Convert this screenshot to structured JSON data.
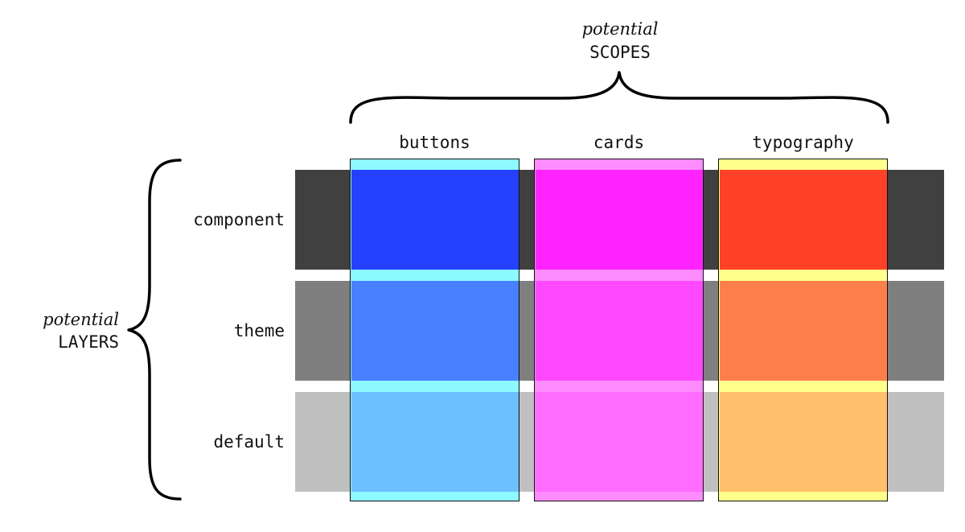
{
  "scopes_annotation": {
    "prefix": "potential",
    "label": "SCOPES"
  },
  "layers_annotation": {
    "prefix": "potential",
    "label": "LAYERS"
  },
  "scopes": [
    {
      "id": "buttons",
      "label": "buttons",
      "color": "#8cfaff"
    },
    {
      "id": "cards",
      "label": "cards",
      "color": "#ff8cff"
    },
    {
      "id": "typography",
      "label": "typography",
      "color": "#ffff8c"
    }
  ],
  "layers": [
    {
      "id": "component",
      "label": "component",
      "color": "#404040"
    },
    {
      "id": "theme",
      "label": "theme",
      "color": "#7f7f7f"
    },
    {
      "id": "default",
      "label": "default",
      "color": "#c0c0c0"
    }
  ],
  "cells": {
    "component": {
      "buttons": "#2441ff",
      "cards": "#ff24ff",
      "typography": "#ff4128"
    },
    "theme": {
      "buttons": "#4880ff",
      "cards": "#ff48ff",
      "typography": "#ff7f4c"
    },
    "default": {
      "buttons": "#6cc0ff",
      "cards": "#ff6cff",
      "typography": "#ffc06c"
    }
  }
}
